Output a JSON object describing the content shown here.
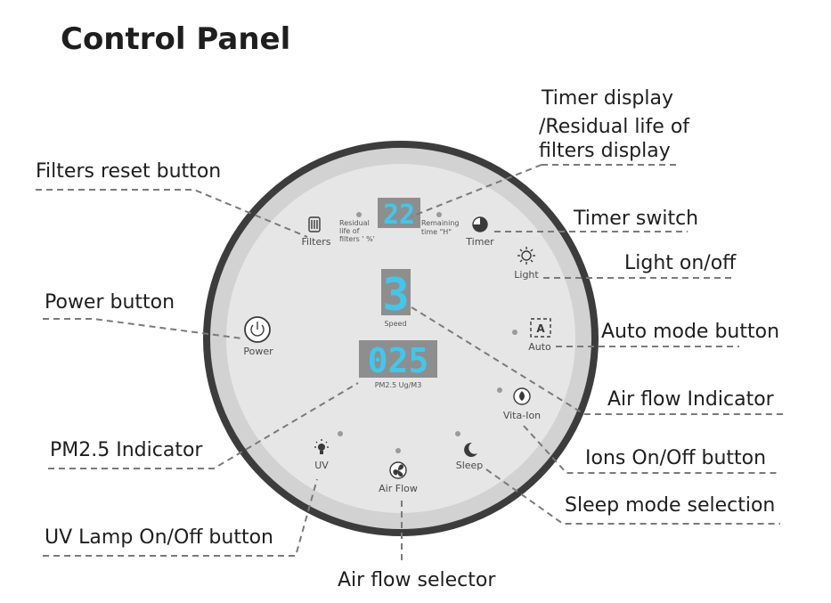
{
  "title": "Control Panel",
  "displays": {
    "timer_value": "22",
    "speed_value": "3",
    "speed_label": "Speed",
    "pm25_value": "025",
    "pm25_label": "PM2.5  Ug/M3",
    "residual_line1": "Residual",
    "residual_line2": "life of",
    "residual_line3": "filters ' %'",
    "remaining_line1": "Remaining",
    "remaining_line2": "time  \"H\""
  },
  "buttons": {
    "filters": "Filters",
    "timer": "Timer",
    "light": "Light",
    "power": "Power",
    "auto": "Auto",
    "vitaion": "Vita-Ion",
    "uv": "UV",
    "airflow": "Air Flow",
    "sleep": "Sleep"
  },
  "callouts": {
    "timer_display_1": "Timer display",
    "timer_display_2": "/Residual life of",
    "timer_display_3": "filters display",
    "filters_reset": "Filters reset button",
    "timer_switch": "Timer switch",
    "light": "Light on/off",
    "power": "Power button",
    "auto_mode": "Auto mode button",
    "air_flow_indicator": "Air flow Indicator",
    "pm25": "PM2.5 Indicator",
    "ions": "Ions On/Off button",
    "sleep": "Sleep mode selection",
    "uv": "UV Lamp On/Off button",
    "air_flow_selector": "Air flow selector"
  }
}
